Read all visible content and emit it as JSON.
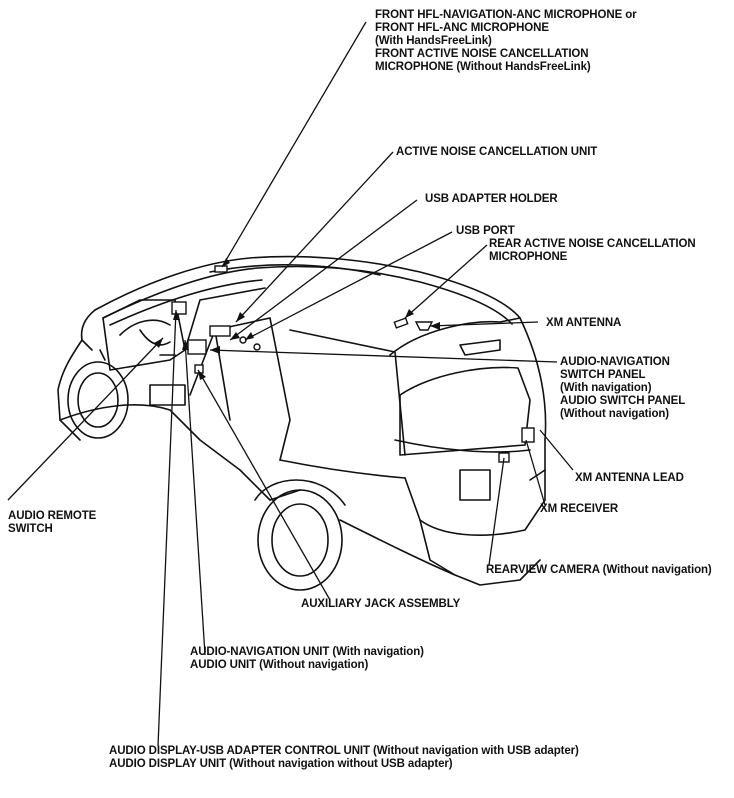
{
  "labels": {
    "front_mic": {
      "line1": "FRONT HFL-NAVIGATION-ANC MICROPHONE or",
      "line2": "FRONT HFL-ANC MICROPHONE",
      "line3": "(With HandsFreeLink)",
      "line4": "FRONT ACTIVE NOISE CANCELLATION",
      "line5": "MICROPHONE (Without HandsFreeLink)"
    },
    "anc_unit": {
      "line1": "ACTIVE NOISE CANCELLATION UNIT"
    },
    "usb_holder": {
      "line1": "USB ADAPTER HOLDER"
    },
    "usb_port": {
      "line1": "USB PORT"
    },
    "rear_mic": {
      "line1": "REAR ACTIVE NOISE CANCELLATION",
      "line2": "MICROPHONE"
    },
    "xm_antenna": {
      "line1": "XM ANTENNA"
    },
    "switch_panel": {
      "line1": "AUDIO-NAVIGATION",
      "line2": "SWITCH PANEL",
      "line3": "(With navigation)",
      "line4": "AUDIO SWITCH PANEL",
      "line5": "(Without navigation)"
    },
    "xm_lead": {
      "line1": "XM ANTENNA LEAD"
    },
    "xm_receiver": {
      "line1": "XM RECEIVER"
    },
    "rearview_camera": {
      "line1": "REARVIEW CAMERA (Without navigation)"
    },
    "audio_remote": {
      "line1": "AUDIO REMOTE",
      "line2": "SWITCH"
    },
    "aux_jack": {
      "line1": "AUXILIARY JACK ASSEMBLY"
    },
    "audio_nav_unit": {
      "line1": "AUDIO-NAVIGATION UNIT (With navigation)",
      "line2": "AUDIO UNIT (Without navigation)"
    },
    "audio_display": {
      "line1": "AUDIO DISPLAY-USB ADAPTER CONTROL UNIT (Without navigation with USB adapter)",
      "line2": "AUDIO DISPLAY UNIT (Without navigation without USB adapter)"
    }
  }
}
